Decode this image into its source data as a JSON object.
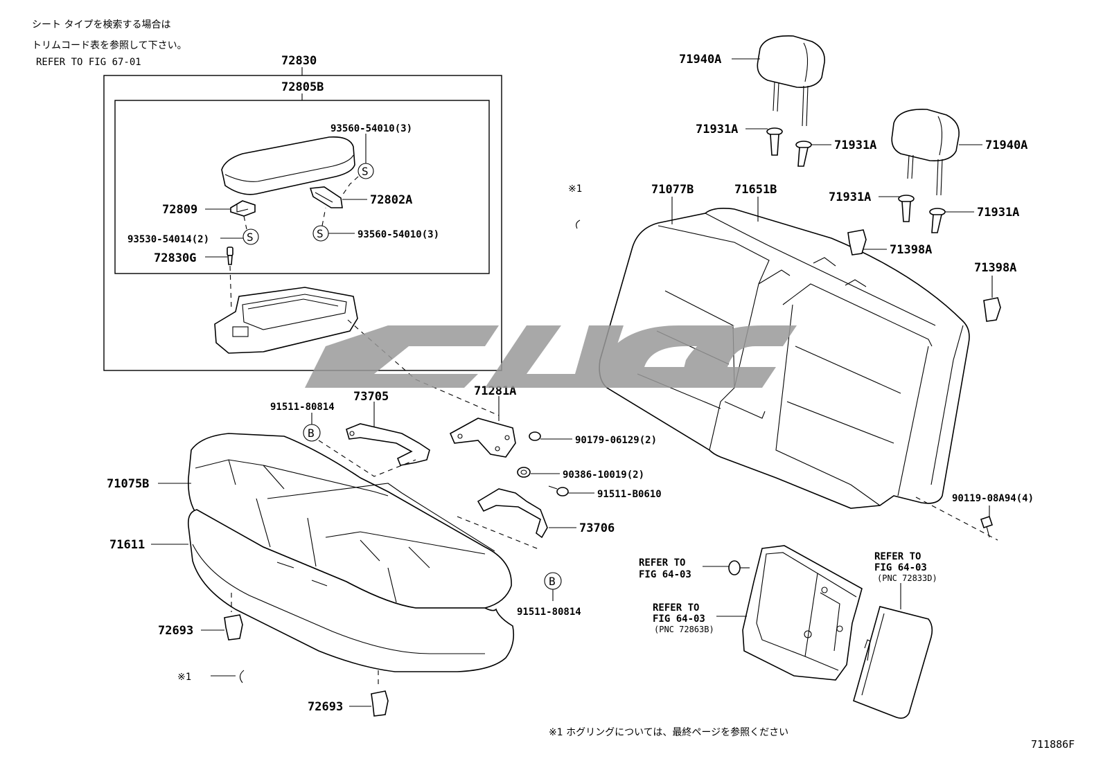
{
  "notes": {
    "jp_line1": "シート タイプを検索する場合は",
    "jp_line2": "トリムコード表を参照して下さい。",
    "refer_fig": "REFER TO FIG 67-01",
    "footnote": "※1 ホグリングについては、最終ページを参照ください",
    "drawing_id": "711886F"
  },
  "symbols": {
    "asterisk_top": "※1",
    "asterisk_bottom": "※1",
    "s_marker": "S",
    "b_marker": "B"
  },
  "watermark": {
    "color": "#9a9a9a"
  },
  "refer_labels": {
    "r1_line1": "REFER TO",
    "r1_line2": "FIG 64-03",
    "r2_line1": "REFER TO",
    "r2_line2": "FIG 64-03",
    "r2_line3": "(PNC 72863B)",
    "r3_line1": "REFER TO",
    "r3_line2": "FIG 64-03",
    "r3_line3": "(PNC 72833D)"
  },
  "parts": {
    "p72830": "72830",
    "p72805B": "72805B",
    "p93560a": "93560-54010(3)",
    "p72802A": "72802A",
    "p72809": "72809",
    "p93530": "93530-54014(2)",
    "p93560b": "93560-54010(3)",
    "p72830G": "72830G",
    "p71940A_1": "71940A",
    "p71940A_2": "71940A",
    "p71931A_1": "71931A",
    "p71931A_2": "71931A",
    "p71931A_3": "71931A",
    "p71931A_4": "71931A",
    "p71077B": "71077B",
    "p71651B": "71651B",
    "p71398A_1": "71398A",
    "p71398A_2": "71398A",
    "p91511_80814a": "91511-80814",
    "p73705": "73705",
    "p71281A": "71281A",
    "p90179": "90179-06129(2)",
    "p90386": "90386-10019(2)",
    "p91511_B0610": "91511-B0610",
    "p71075B": "71075B",
    "p71611": "71611",
    "p73706": "73706",
    "p91511_80814b": "91511-80814",
    "p90119": "90119-08A94(4)",
    "p72693_1": "72693",
    "p72693_2": "72693"
  }
}
